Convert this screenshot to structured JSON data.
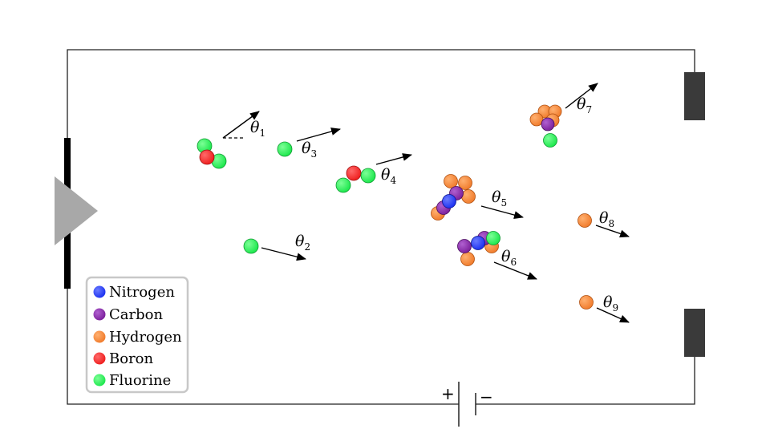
{
  "colors": {
    "nitrogen": "#1a2ff0",
    "carbon": "#7a1f9a",
    "hydrogen": "#f07a2a",
    "boron": "#ee1c1c",
    "fluorine": "#19e64a",
    "electrode": "#3a3a3a",
    "source": "#a8a8a8"
  },
  "legend": {
    "items": [
      {
        "label": "Nitrogen",
        "color": "#1a2ff0"
      },
      {
        "label": "Carbon",
        "color": "#7a1f9a"
      },
      {
        "label": "Hydrogen",
        "color": "#f07a2a"
      },
      {
        "label": "Boron",
        "color": "#ee1c1c"
      },
      {
        "label": "Fluorine",
        "color": "#19e64a"
      }
    ]
  },
  "battery": {
    "plus": "+",
    "minus": "−"
  },
  "angles": [
    {
      "symbol": "θ",
      "sub": "1"
    },
    {
      "symbol": "θ",
      "sub": "2"
    },
    {
      "symbol": "θ",
      "sub": "3"
    },
    {
      "symbol": "θ",
      "sub": "4"
    },
    {
      "symbol": "θ",
      "sub": "5"
    },
    {
      "symbol": "θ",
      "sub": "6"
    },
    {
      "symbol": "θ",
      "sub": "7"
    },
    {
      "symbol": "θ",
      "sub": "8"
    },
    {
      "symbol": "θ",
      "sub": "9"
    }
  ]
}
